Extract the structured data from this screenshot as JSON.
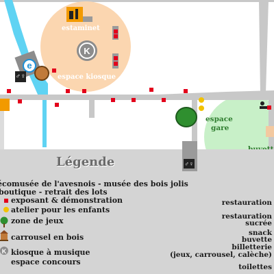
{
  "map": {
    "zones": {
      "estaminet": "estaminet",
      "espace_kiosque": "espace kiosque",
      "espace_gare_line1": "espace",
      "espace_gare_line2": "gare",
      "buvette": "buvette",
      "restauration": "restauration"
    },
    "colors": {
      "kiosque_zone": "#fbd6b0",
      "gare_zone": "#c8f0c8",
      "water": "#5fd3f3",
      "road": "#c8c8c8",
      "legend_bg": "#d4d4d4",
      "exposant": "#e3001b",
      "atelier": "#f2c200"
    }
  },
  "legend": {
    "title": "Légende",
    "items": [
      {
        "text": "écomusée de l'avesnois - musée des bois jolis",
        "icon": "museum-icon"
      },
      {
        "text": "boutique - retrait des lots",
        "icon": "shop-icon"
      },
      {
        "text": "exposant & démonstration",
        "icon": "red-square-icon"
      },
      {
        "text": "atelier pour les enfants",
        "icon": "yellow-dot-icon"
      },
      {
        "text": "zone de jeux",
        "icon": "tree-icon"
      },
      {
        "text": "carrousel en bois",
        "icon": "carousel-icon"
      },
      {
        "text": "kiosque à musique",
        "icon": "kiosk-icon"
      },
      {
        "text": "espace concours",
        "icon": "contest-icon"
      }
    ],
    "right_items": [
      "restauration",
      "restauration",
      "sucrée",
      "snack",
      "buvette",
      "billetterie",
      "(jeux, carrousel, calèche)",
      "toilettes"
    ]
  }
}
